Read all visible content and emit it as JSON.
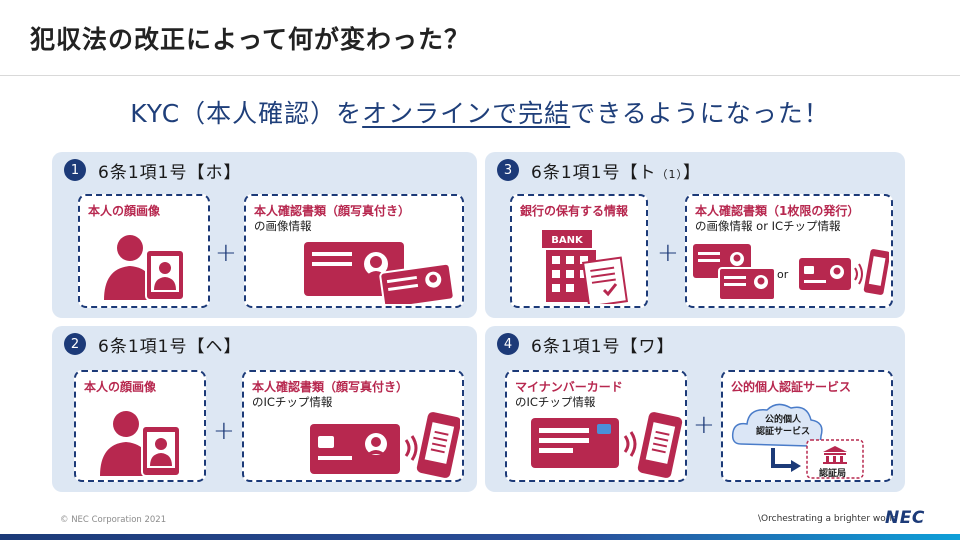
{
  "slide": {
    "title": "犯収法の改正によって何が変わった？",
    "headline_pre": "KYC（本人確認）を",
    "headline_highlight": "オンラインで完結",
    "headline_post": "できるようになった！"
  },
  "panels": [
    {
      "number": "1",
      "rule": "6条1項1号【ホ】",
      "box1_title": "本人の顔画像",
      "box2_title": "本人確認書類（顔写真付き）",
      "box2_sub": "の画像情報"
    },
    {
      "number": "2",
      "rule": "6条1項1号【ヘ】",
      "box1_title": "本人の顔画像",
      "box2_title": "本人確認書類（顔写真付き）",
      "box2_sub": "のICチップ情報"
    },
    {
      "number": "3",
      "rule_main": "6条1項1号【ト",
      "rule_small": "（1）",
      "rule_end": "】",
      "box1_title": "銀行の保有する情報",
      "bank_label": "BANK",
      "box2_title": "本人確認書類（1枚限の発行）",
      "box2_sub": "の画像情報 or ICチップ情報",
      "or_label": "or"
    },
    {
      "number": "4",
      "rule": "6条1項1号【ワ】",
      "box1_title": "マイナンバーカード",
      "box1_sub": "のICチップ情報",
      "box2_title": "公的個人認証サービス",
      "cloud_line1": "公的個人",
      "cloud_line2": "認証サービス",
      "auth_label": "認証局"
    }
  ],
  "plus_symbol": "+",
  "footer": {
    "copyright": "© NEC Corporation 2021",
    "tagline": "\\Orchestrating a brighter world",
    "logo": "NEC"
  },
  "colors": {
    "navy": "#1c3a78",
    "crimson": "#b7284f",
    "panel_bg": "#dde7f3"
  }
}
